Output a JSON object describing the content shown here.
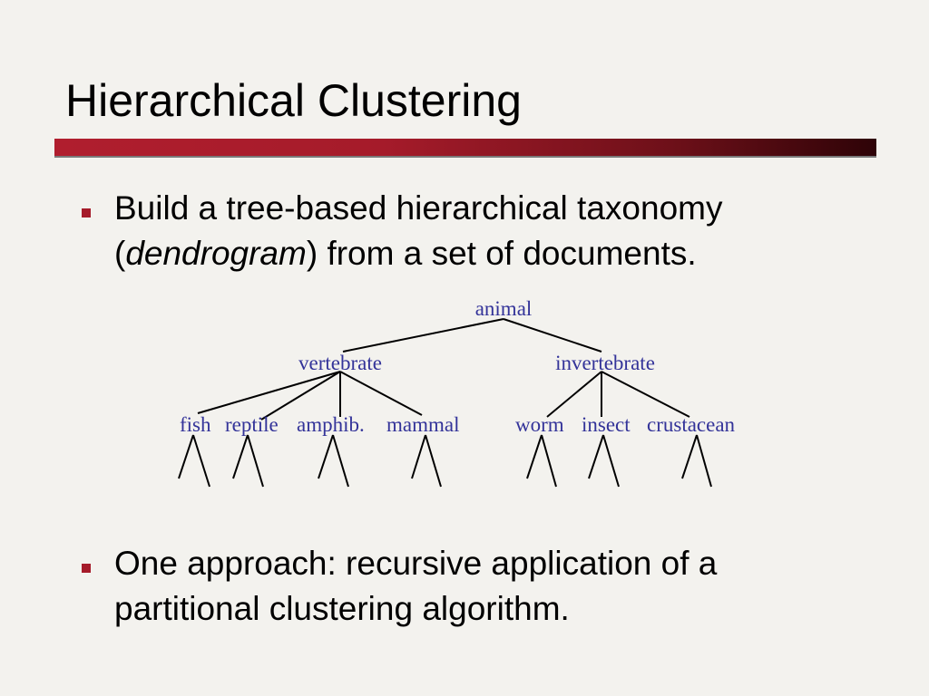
{
  "slide": {
    "title": "Hierarchical Clustering",
    "bullets": [
      {
        "before": "Build a tree-based hierarchical taxonomy (",
        "emphasis": "dendrogram",
        "after": ") from a set of documents."
      },
      {
        "text": "One approach: recursive application of a partitional clustering algorithm."
      }
    ]
  },
  "dendrogram": {
    "root": "animal",
    "groups": [
      {
        "label": "vertebrate",
        "children": [
          "fish",
          "reptile",
          "amphib.",
          "mammal"
        ]
      },
      {
        "label": "invertebrate",
        "children": [
          "worm",
          "insect",
          "crustacean"
        ]
      }
    ]
  },
  "colors": {
    "background": "#f3f2ee",
    "accent": "#a51b2a",
    "tree_label": "#333399"
  }
}
